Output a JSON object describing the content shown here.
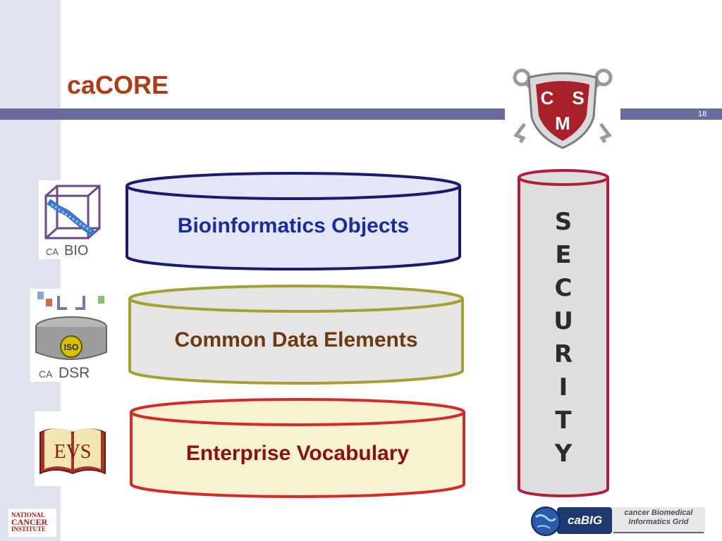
{
  "slide": {
    "title": "caCORE",
    "page_number": "18"
  },
  "shield_logo": {
    "letters": [
      "C",
      "S",
      "M"
    ]
  },
  "cylinders": [
    {
      "label": "Bioinformatics Objects",
      "text_color": "#1a2aa0",
      "fill": "#e4e7fa",
      "border": "#1a1a6e"
    },
    {
      "label": "Common Data Elements",
      "text_color": "#6b3a0e",
      "fill": "#e5e5e5",
      "border": "#a4a032"
    },
    {
      "label": "Enterprise Vocabulary",
      "text_color": "#8c1010",
      "fill": "#f7f3d2",
      "border": "#d42a2a"
    }
  ],
  "security_column": {
    "letters": [
      "S",
      "E",
      "C",
      "U",
      "R",
      "I",
      "T",
      "Y"
    ],
    "border": "#b01e3a",
    "fill": "#dedede"
  },
  "side_logos": {
    "cabio": {
      "prefix": "CA",
      "name": "BIO"
    },
    "cadsr": {
      "prefix": "CA",
      "name": "DSR",
      "badge": "ISO"
    },
    "evs": {
      "text": "EVS"
    }
  },
  "footer": {
    "nci": [
      "NATIONAL",
      "CANCER",
      "INSTITUTE"
    ],
    "cabig": "caBIG",
    "cabig_tagline": [
      "cancer Biomedical",
      "Informatics Grid"
    ]
  },
  "colors": {
    "title": "#b23a12",
    "rule": "#6a6a9c",
    "left_strip": "#dfe3ee"
  }
}
